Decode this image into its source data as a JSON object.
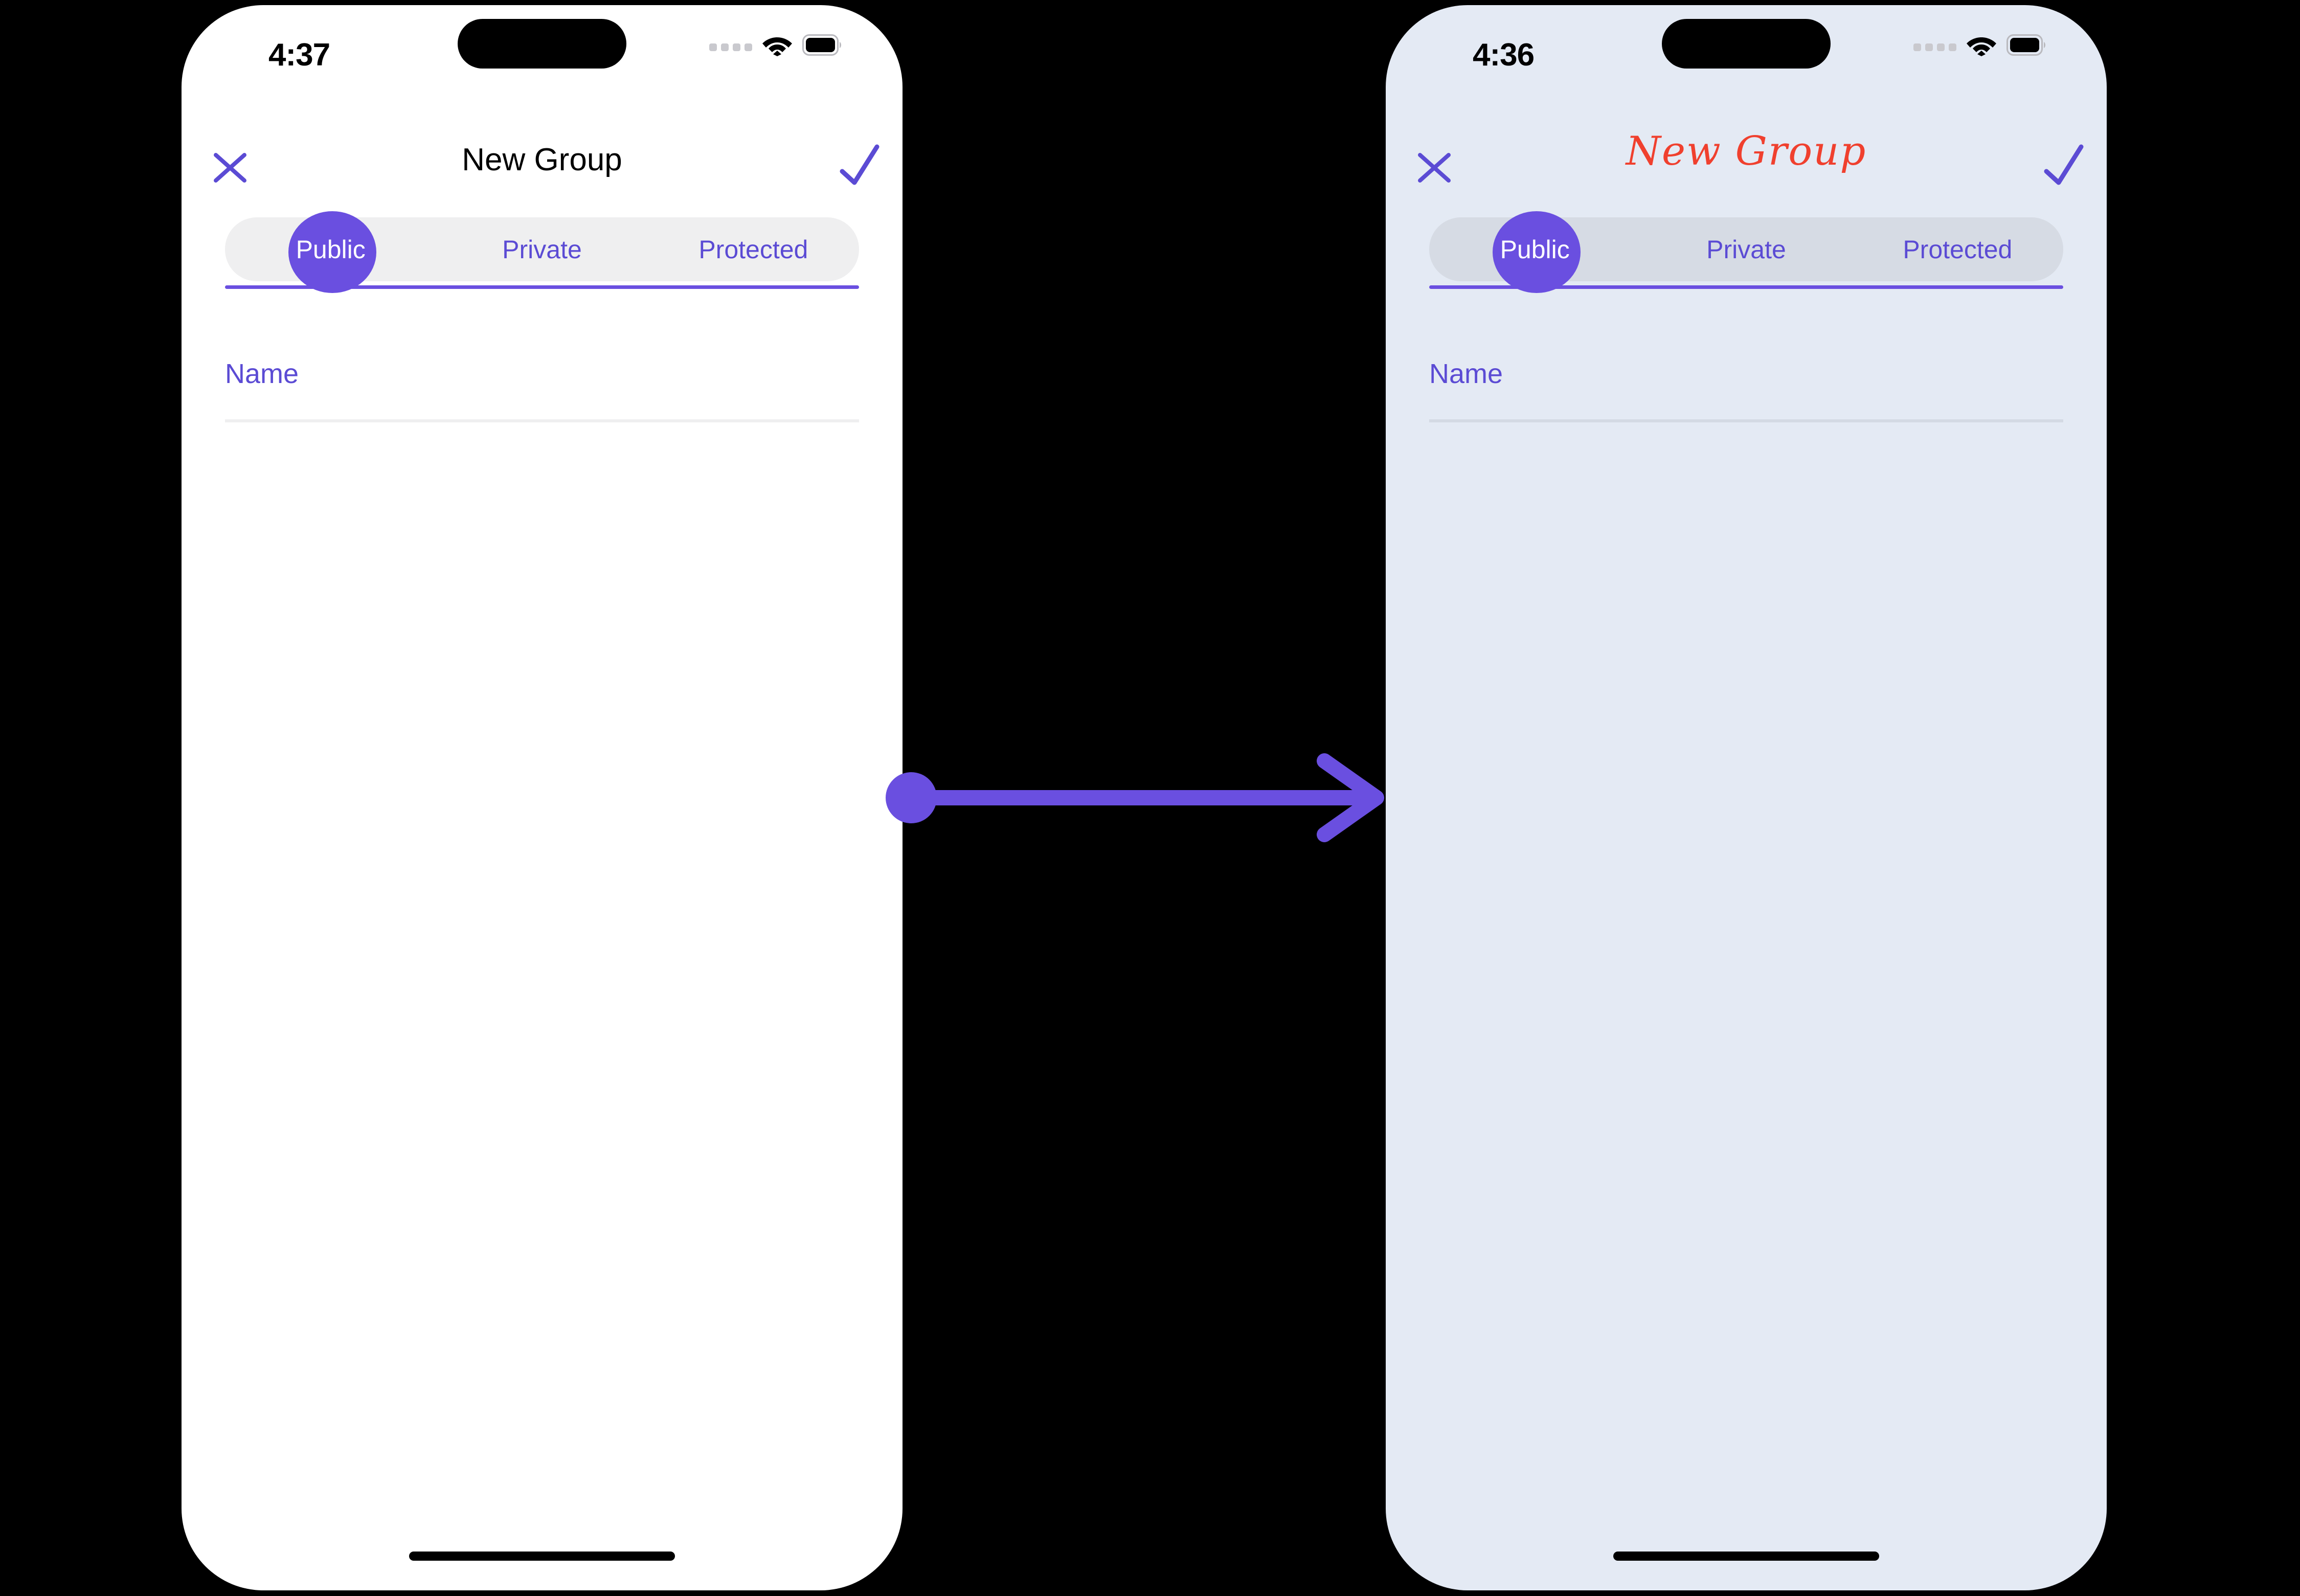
{
  "accent_color": "#6A4FE0",
  "accent_text_color": "#5B4BD4",
  "title_red_color": "#F0402E",
  "screens": [
    {
      "id": "before",
      "background_color": "#FFFFFF",
      "status_bar": {
        "time": "4:37",
        "signal_icon": "signal-dots-icon",
        "wifi_icon": "wifi-icon",
        "battery_icon": "battery-icon"
      },
      "nav": {
        "close_icon": "close-x-icon",
        "title": "New Group",
        "confirm_icon": "checkmark-icon"
      },
      "segmented_control": {
        "selected": "Public",
        "options": [
          "Public",
          "Private",
          "Protected"
        ]
      },
      "fields": [
        {
          "label": "Name",
          "value": "",
          "placeholder": "Name"
        }
      ]
    },
    {
      "id": "after",
      "background_color": "#E4EAF4",
      "status_bar": {
        "time": "4:36",
        "signal_icon": "signal-dots-icon",
        "wifi_icon": "wifi-icon",
        "battery_icon": "battery-icon"
      },
      "nav": {
        "close_icon": "close-x-icon",
        "title": "New Group",
        "confirm_icon": "checkmark-icon"
      },
      "segmented_control": {
        "selected": "Public",
        "options": [
          "Public",
          "Private",
          "Protected"
        ]
      },
      "fields": [
        {
          "label": "Name",
          "value": "",
          "placeholder": "Name"
        }
      ]
    }
  ],
  "transition": {
    "arrow_icon": "right-arrow-icon",
    "color": "#6A4FE0",
    "direction": "left-to-right"
  }
}
